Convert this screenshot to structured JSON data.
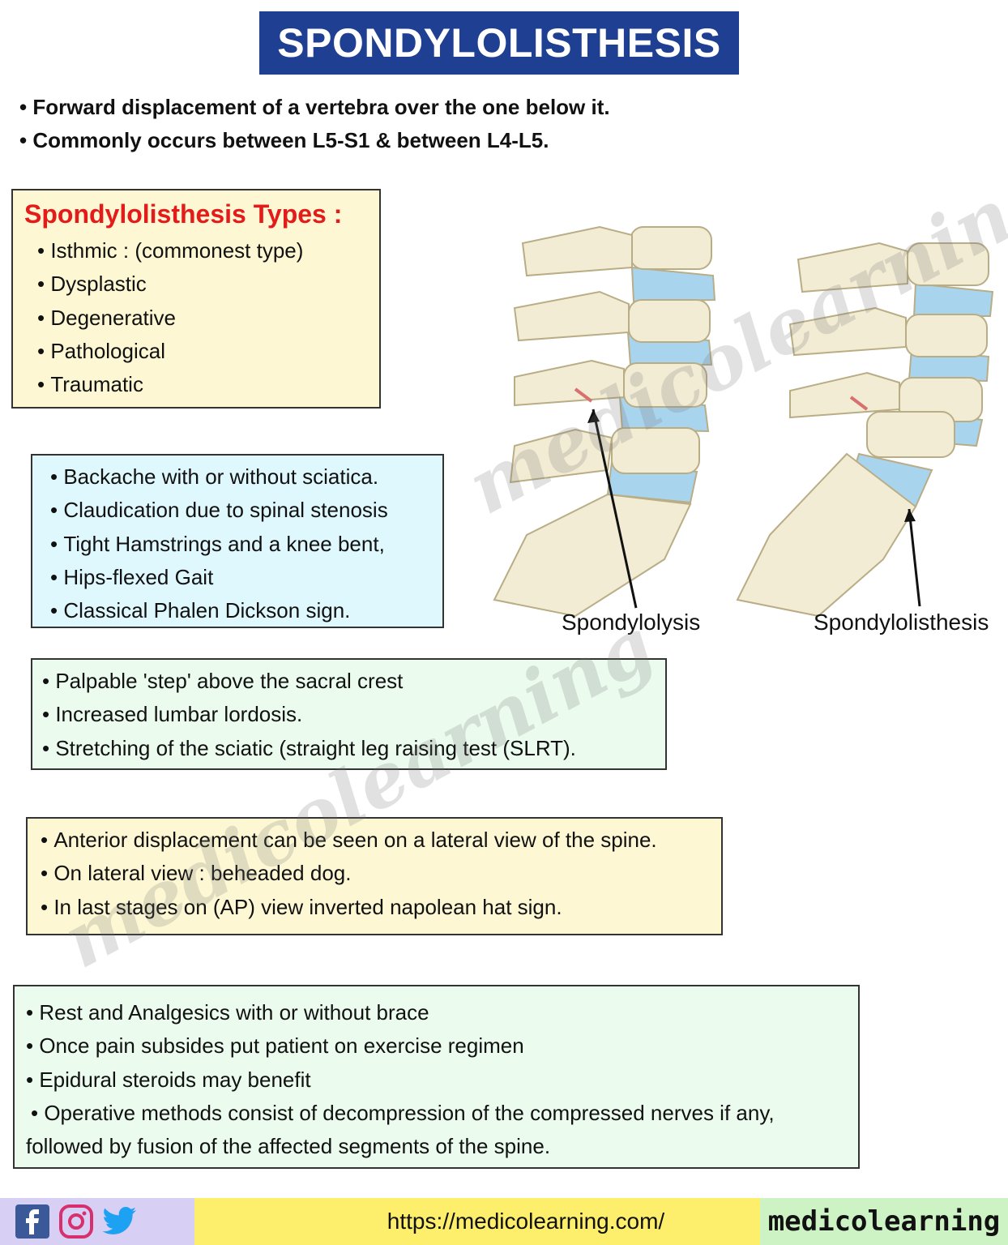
{
  "title": "SPONDYLOLISTHESIS",
  "intro": [
    "Forward displacement of a vertebra over the one below it.",
    "Commonly occurs between L5-S1 & between L4-L5."
  ],
  "types": {
    "heading": "Spondylolisthesis Types :",
    "items": [
      "Isthmic : (commonest type)",
      "Dysplastic",
      "Degenerative",
      "Pathological",
      "Traumatic"
    ]
  },
  "symptoms": [
    "Backache with or without sciatica.",
    "Claudication due to spinal stenosis",
    "Tight Hamstrings and a knee bent,",
    "Hips-flexed Gait",
    "Classical Phalen Dickson sign."
  ],
  "signs": [
    "Palpable 'step' above the sacral crest",
    "Increased lumbar lordosis.",
    "Stretching of the sciatic  (straight leg raising test (SLRT)."
  ],
  "imaging": [
    "Anterior displacement can be seen on a lateral view of the spine.",
    "On lateral view : beheaded dog.",
    "In last stages on (AP) view inverted napolean hat sign."
  ],
  "treatment": [
    "Rest and Analgesics with or without brace",
    "Once pain subsides put patient on exercise regimen",
    "Epidural steroids may benefit",
    "Operative methods consist of decompression of the compressed nerves if any,"
  ],
  "treatment_continuation": "followed by fusion of the affected segments of the spine.",
  "illustration": {
    "label_left": "Spondylolysis",
    "label_right": "Spondylolisthesis"
  },
  "watermark": "medicolearning",
  "footer": {
    "social_icons": [
      "facebook-icon",
      "instagram-icon",
      "twitter-icon"
    ],
    "url": "https://medicolearning.com/",
    "brand": "medicolearning"
  },
  "colors": {
    "banner": "#1f3f92",
    "types_heading": "#e41b1b",
    "yellow_box": "#fdf8d3",
    "blue_box": "#dff8fe",
    "green_box": "#ebfbee",
    "disc_blue": "#a9d4ee",
    "bone": "#f3ecd4"
  }
}
